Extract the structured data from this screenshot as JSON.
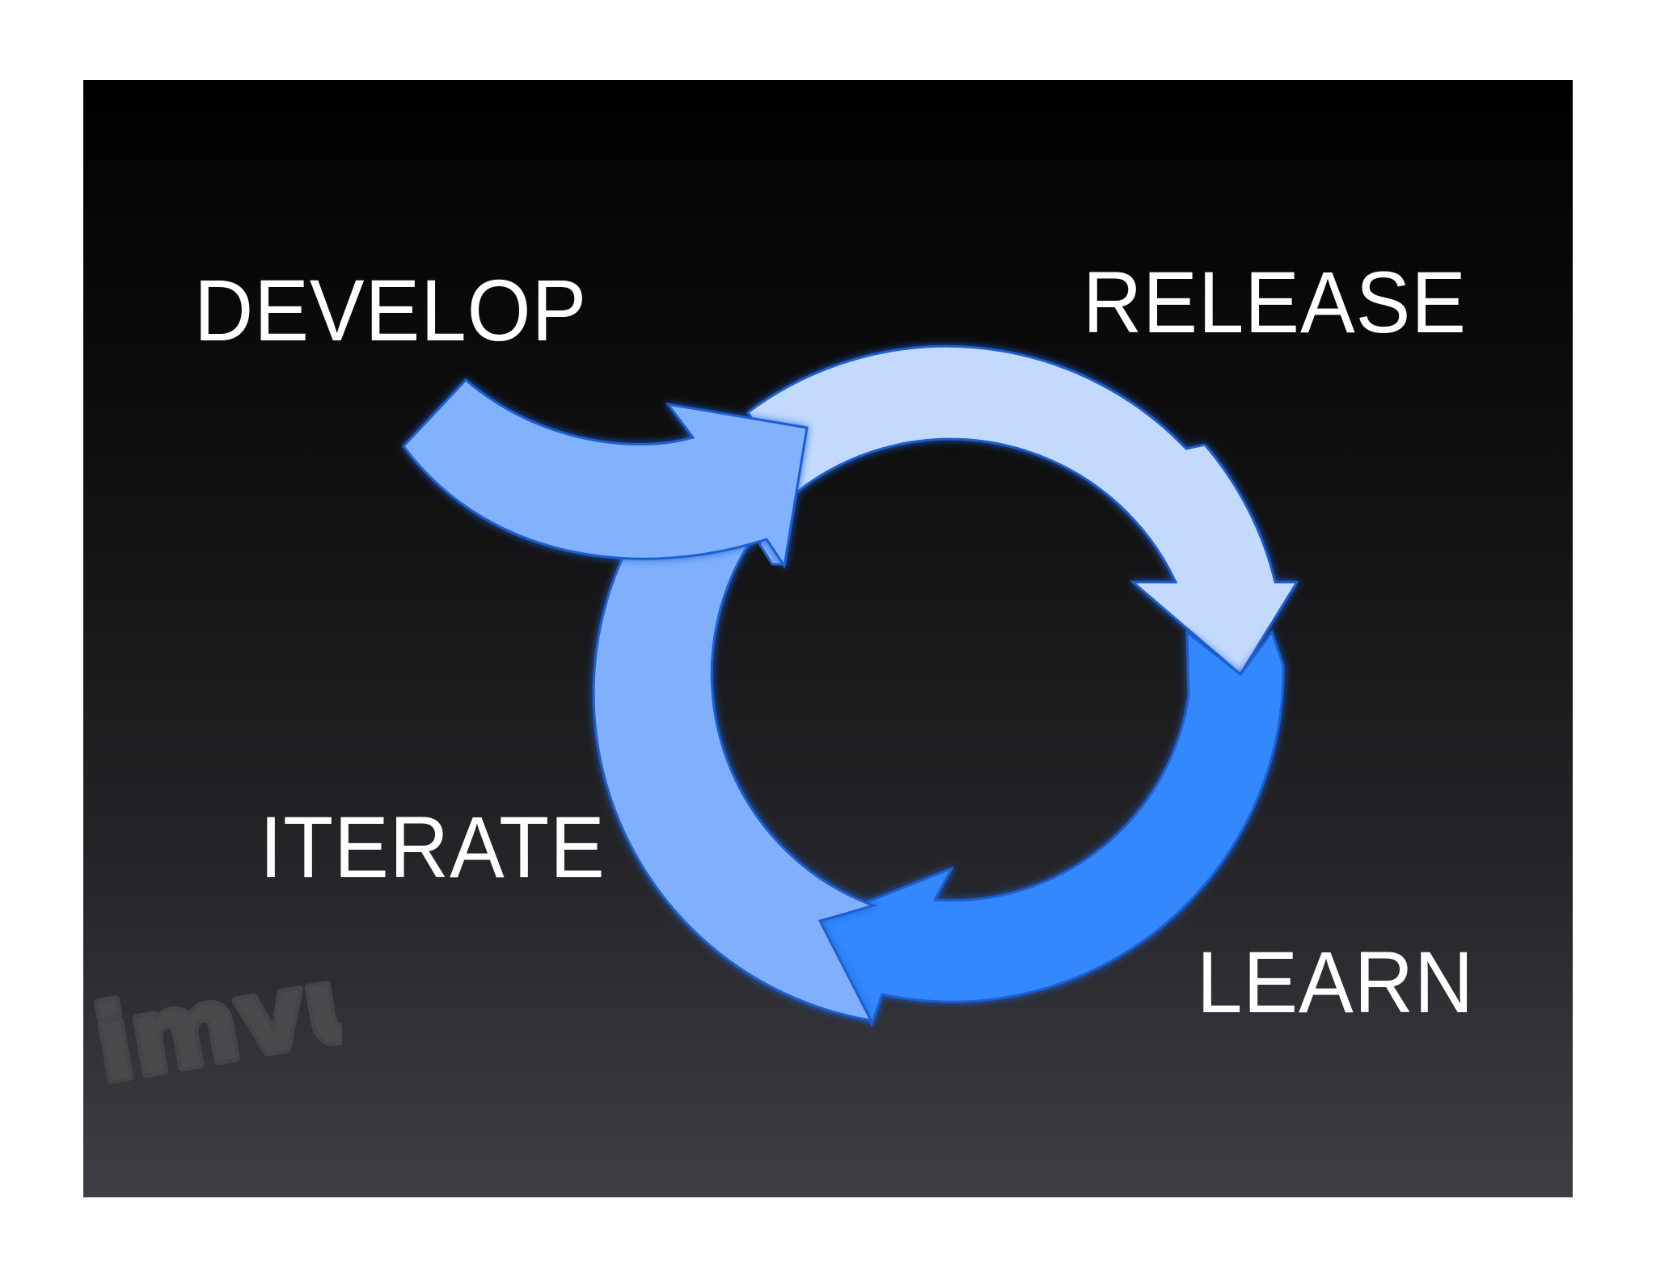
{
  "diagram": {
    "stages": {
      "develop": "DEVELOP",
      "release": "RELEASE",
      "learn": "LEARN",
      "iterate": "ITERATE"
    },
    "logo": {
      "text": "imvu"
    },
    "colors": {
      "background_top": "#000000",
      "background_bottom": "#3f3e44",
      "release_arrow": "#c4d9fe",
      "learn_arrow": "#3388fc",
      "iterate_arrow": "#80b0fc",
      "develop_arrow": "#82b2fd",
      "arrow_outline": "#1f5fd0",
      "label_text": "#ffffff",
      "logo": "#4a4a4c"
    },
    "icons": {
      "flow": "arrow-cycle",
      "watermark": "imvu-logo"
    }
  }
}
